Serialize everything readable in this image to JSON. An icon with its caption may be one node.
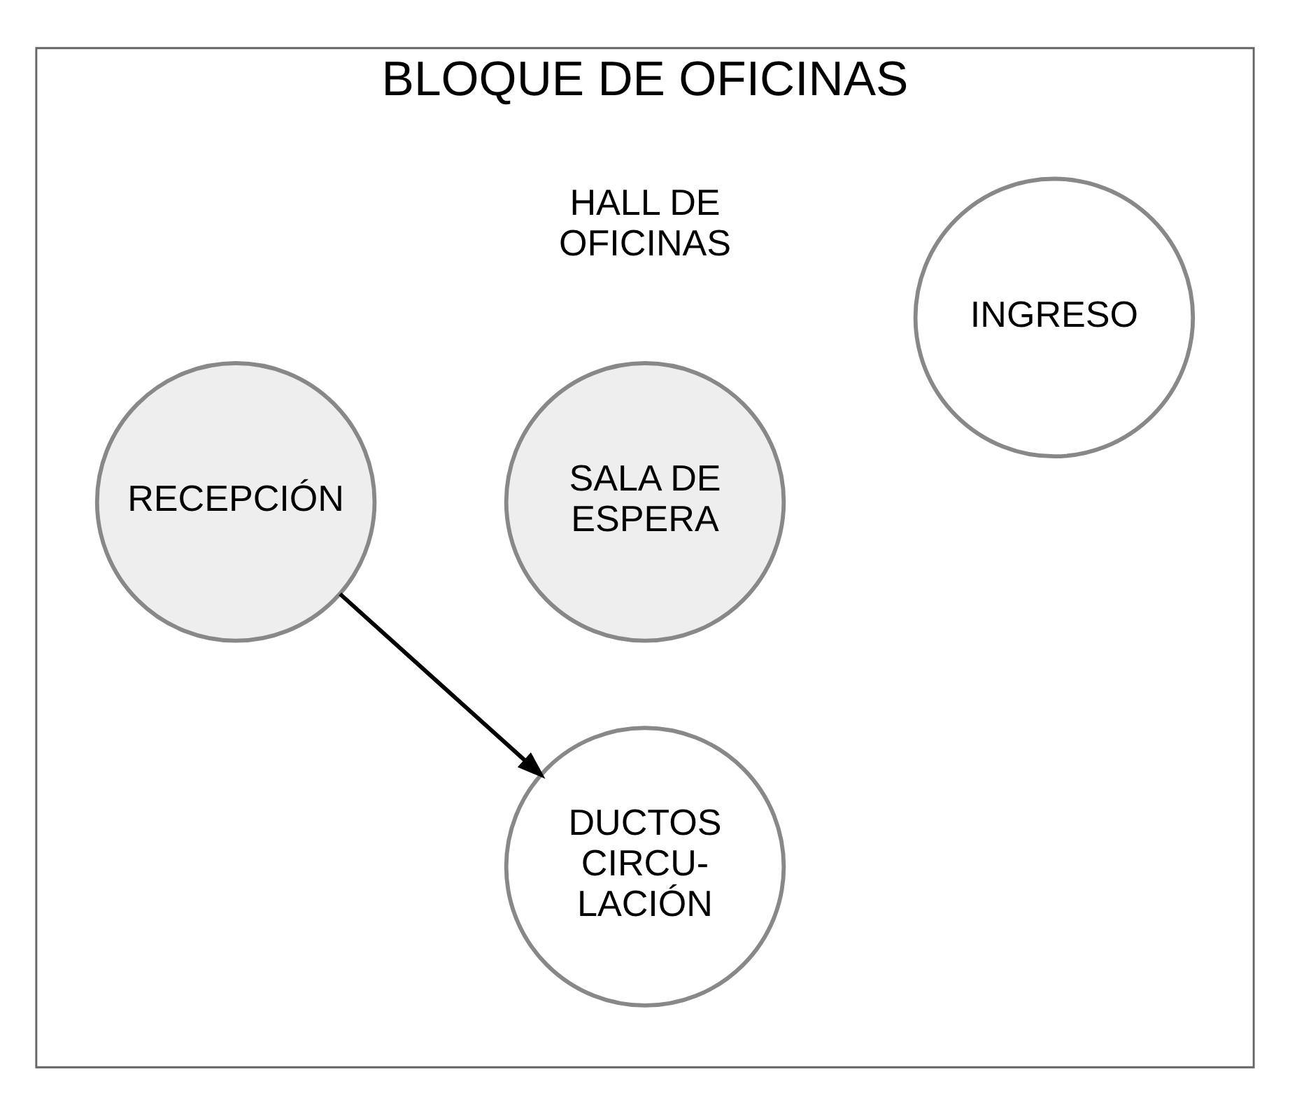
{
  "diagram": {
    "nodes": [
      {
        "text": [
          "BLOQUE DE OFICINAS"
        ]
      },
      {
        "text": [
          "DUCTOS CIRCU- LACIÓN"
        ],
        "in": 0
      },
      {
        "text": [
          "RECEPCIÓN"
        ],
        "in": 0
      },
      {
        "text": [
          "INGRESO"
        ],
        "in": 0
      },
      {
        "text": [
          "SALA DE ESPERA"
        ],
        "in": 0
      }
    ],
    "edges": [
      {
        "from": 2,
        "to": 1,
        "arrow": "to"
      }
    ],
    "labels": [
      "HALL DE OFICINAS"
    ]
  }
}
